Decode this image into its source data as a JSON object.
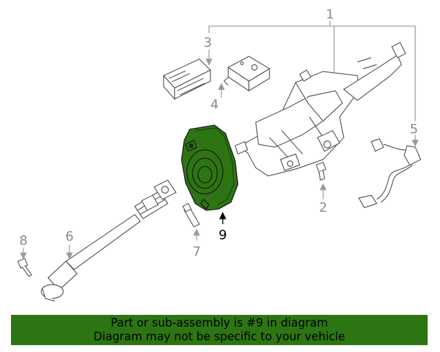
{
  "callouts": {
    "c1": "1",
    "c2": "2",
    "c3": "3",
    "c4": "4",
    "c5": "5",
    "c6": "6",
    "c7": "7",
    "c8": "8",
    "c9": "9"
  },
  "highlighted_part": "9",
  "banner": {
    "line1": "Part or sub-assembly is #9 in diagram",
    "line2": "Diagram may not be specific to your vehicle"
  },
  "colors": {
    "highlight_fill": "#2d7512",
    "banner_bg": "#2d7512",
    "line_art": "#5a5a5a",
    "callout_text": "#8a8a8a"
  }
}
